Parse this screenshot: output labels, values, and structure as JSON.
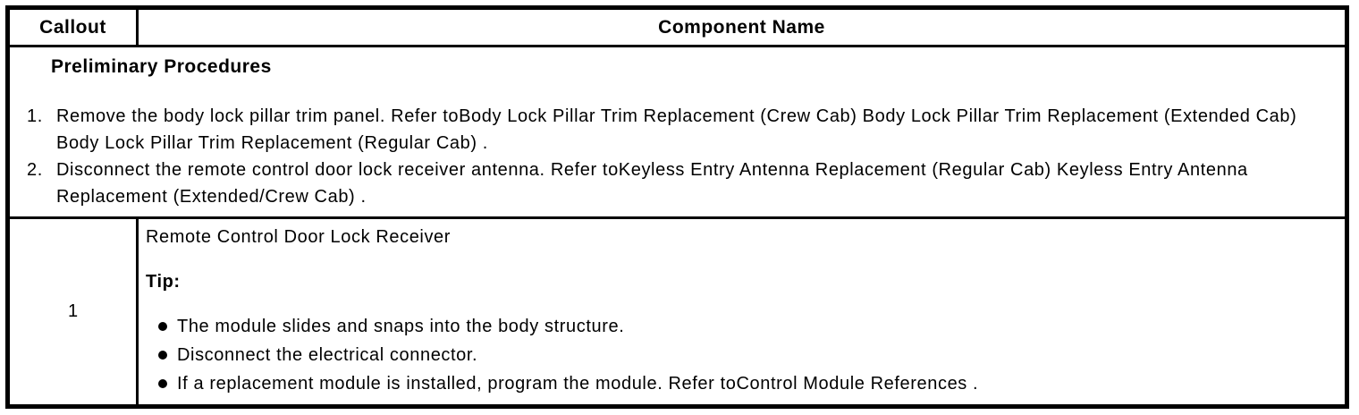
{
  "colors": {
    "border": "#000000",
    "text": "#000000",
    "background": "#ffffff"
  },
  "header": {
    "callout_label": "Callout",
    "component_label": "Component Name"
  },
  "prelim": {
    "title": "Preliminary Procedures",
    "steps": [
      {
        "num": "1.",
        "text": "Remove the body lock pillar trim panel. Refer toBody Lock Pillar Trim Replacement (Crew Cab) Body Lock Pillar Trim Replacement (Extended Cab) Body Lock Pillar Trim Replacement (Regular Cab) ."
      },
      {
        "num": "2.",
        "text": "Disconnect the remote control door lock receiver antenna. Refer toKeyless Entry Antenna Replacement (Regular Cab) Keyless Entry Antenna Replacement (Extended/Crew Cab) ."
      }
    ]
  },
  "row": {
    "callout": "1",
    "component_name": "Remote Control Door Lock Receiver",
    "tip_label": "Tip:",
    "tips": [
      "The module slides and snaps into the body structure.",
      "Disconnect the electrical connector.",
      "If a replacement module is installed, program the module. Refer toControl Module References ."
    ]
  }
}
